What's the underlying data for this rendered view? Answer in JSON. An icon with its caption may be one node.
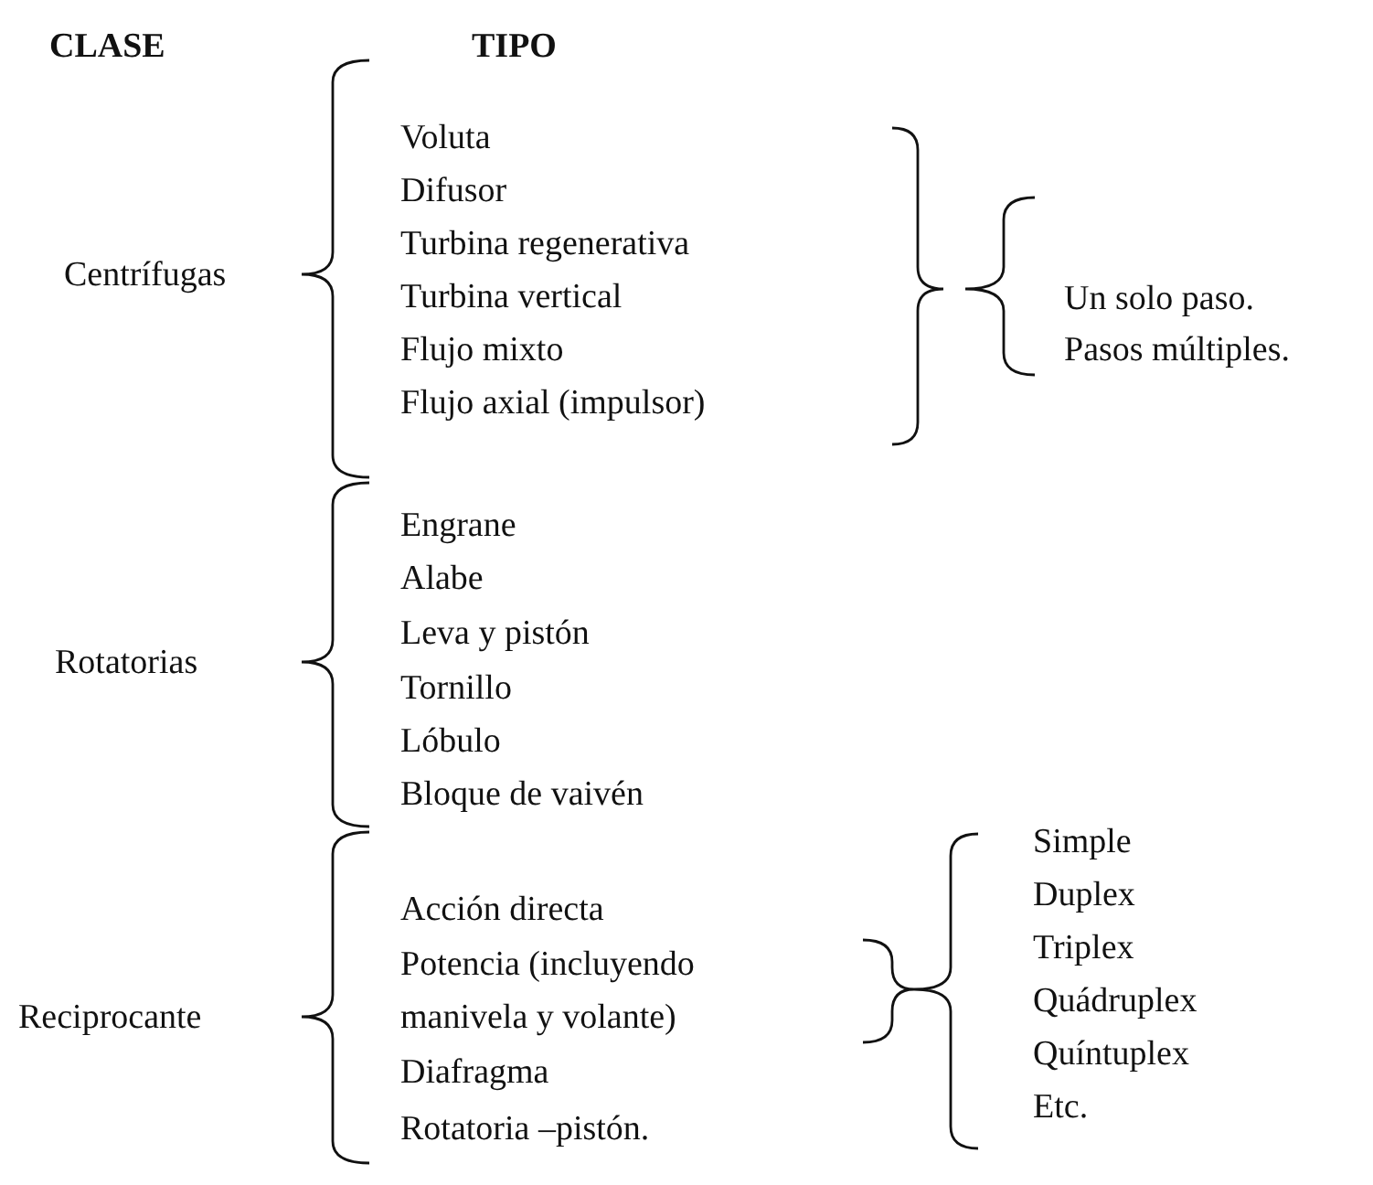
{
  "diagram": {
    "labels": [
      "CLASE",
      "TIPO",
      "Voluta",
      "Difusor",
      "Turbina regenerativa",
      "Turbina vertical",
      "Flujo mixto",
      "Flujo axial (impulsor)",
      "Centrífugas",
      "Un solo paso.",
      "Pasos múltiples.",
      "Engrane",
      "Alabe",
      "Leva y pistón",
      "Tornillo",
      "Lóbulo",
      "Bloque de vaivén",
      "Rotatorias",
      "Acción directa",
      "Potencia (incluyendo manivela y volante)",
      "Diafragma",
      "Rotatoria –pistón.",
      "Reciprocante",
      "Simple",
      "Duplex",
      "Triplex",
      "Quádruplex",
      "Quíntuplex",
      "Etc."
    ]
  }
}
